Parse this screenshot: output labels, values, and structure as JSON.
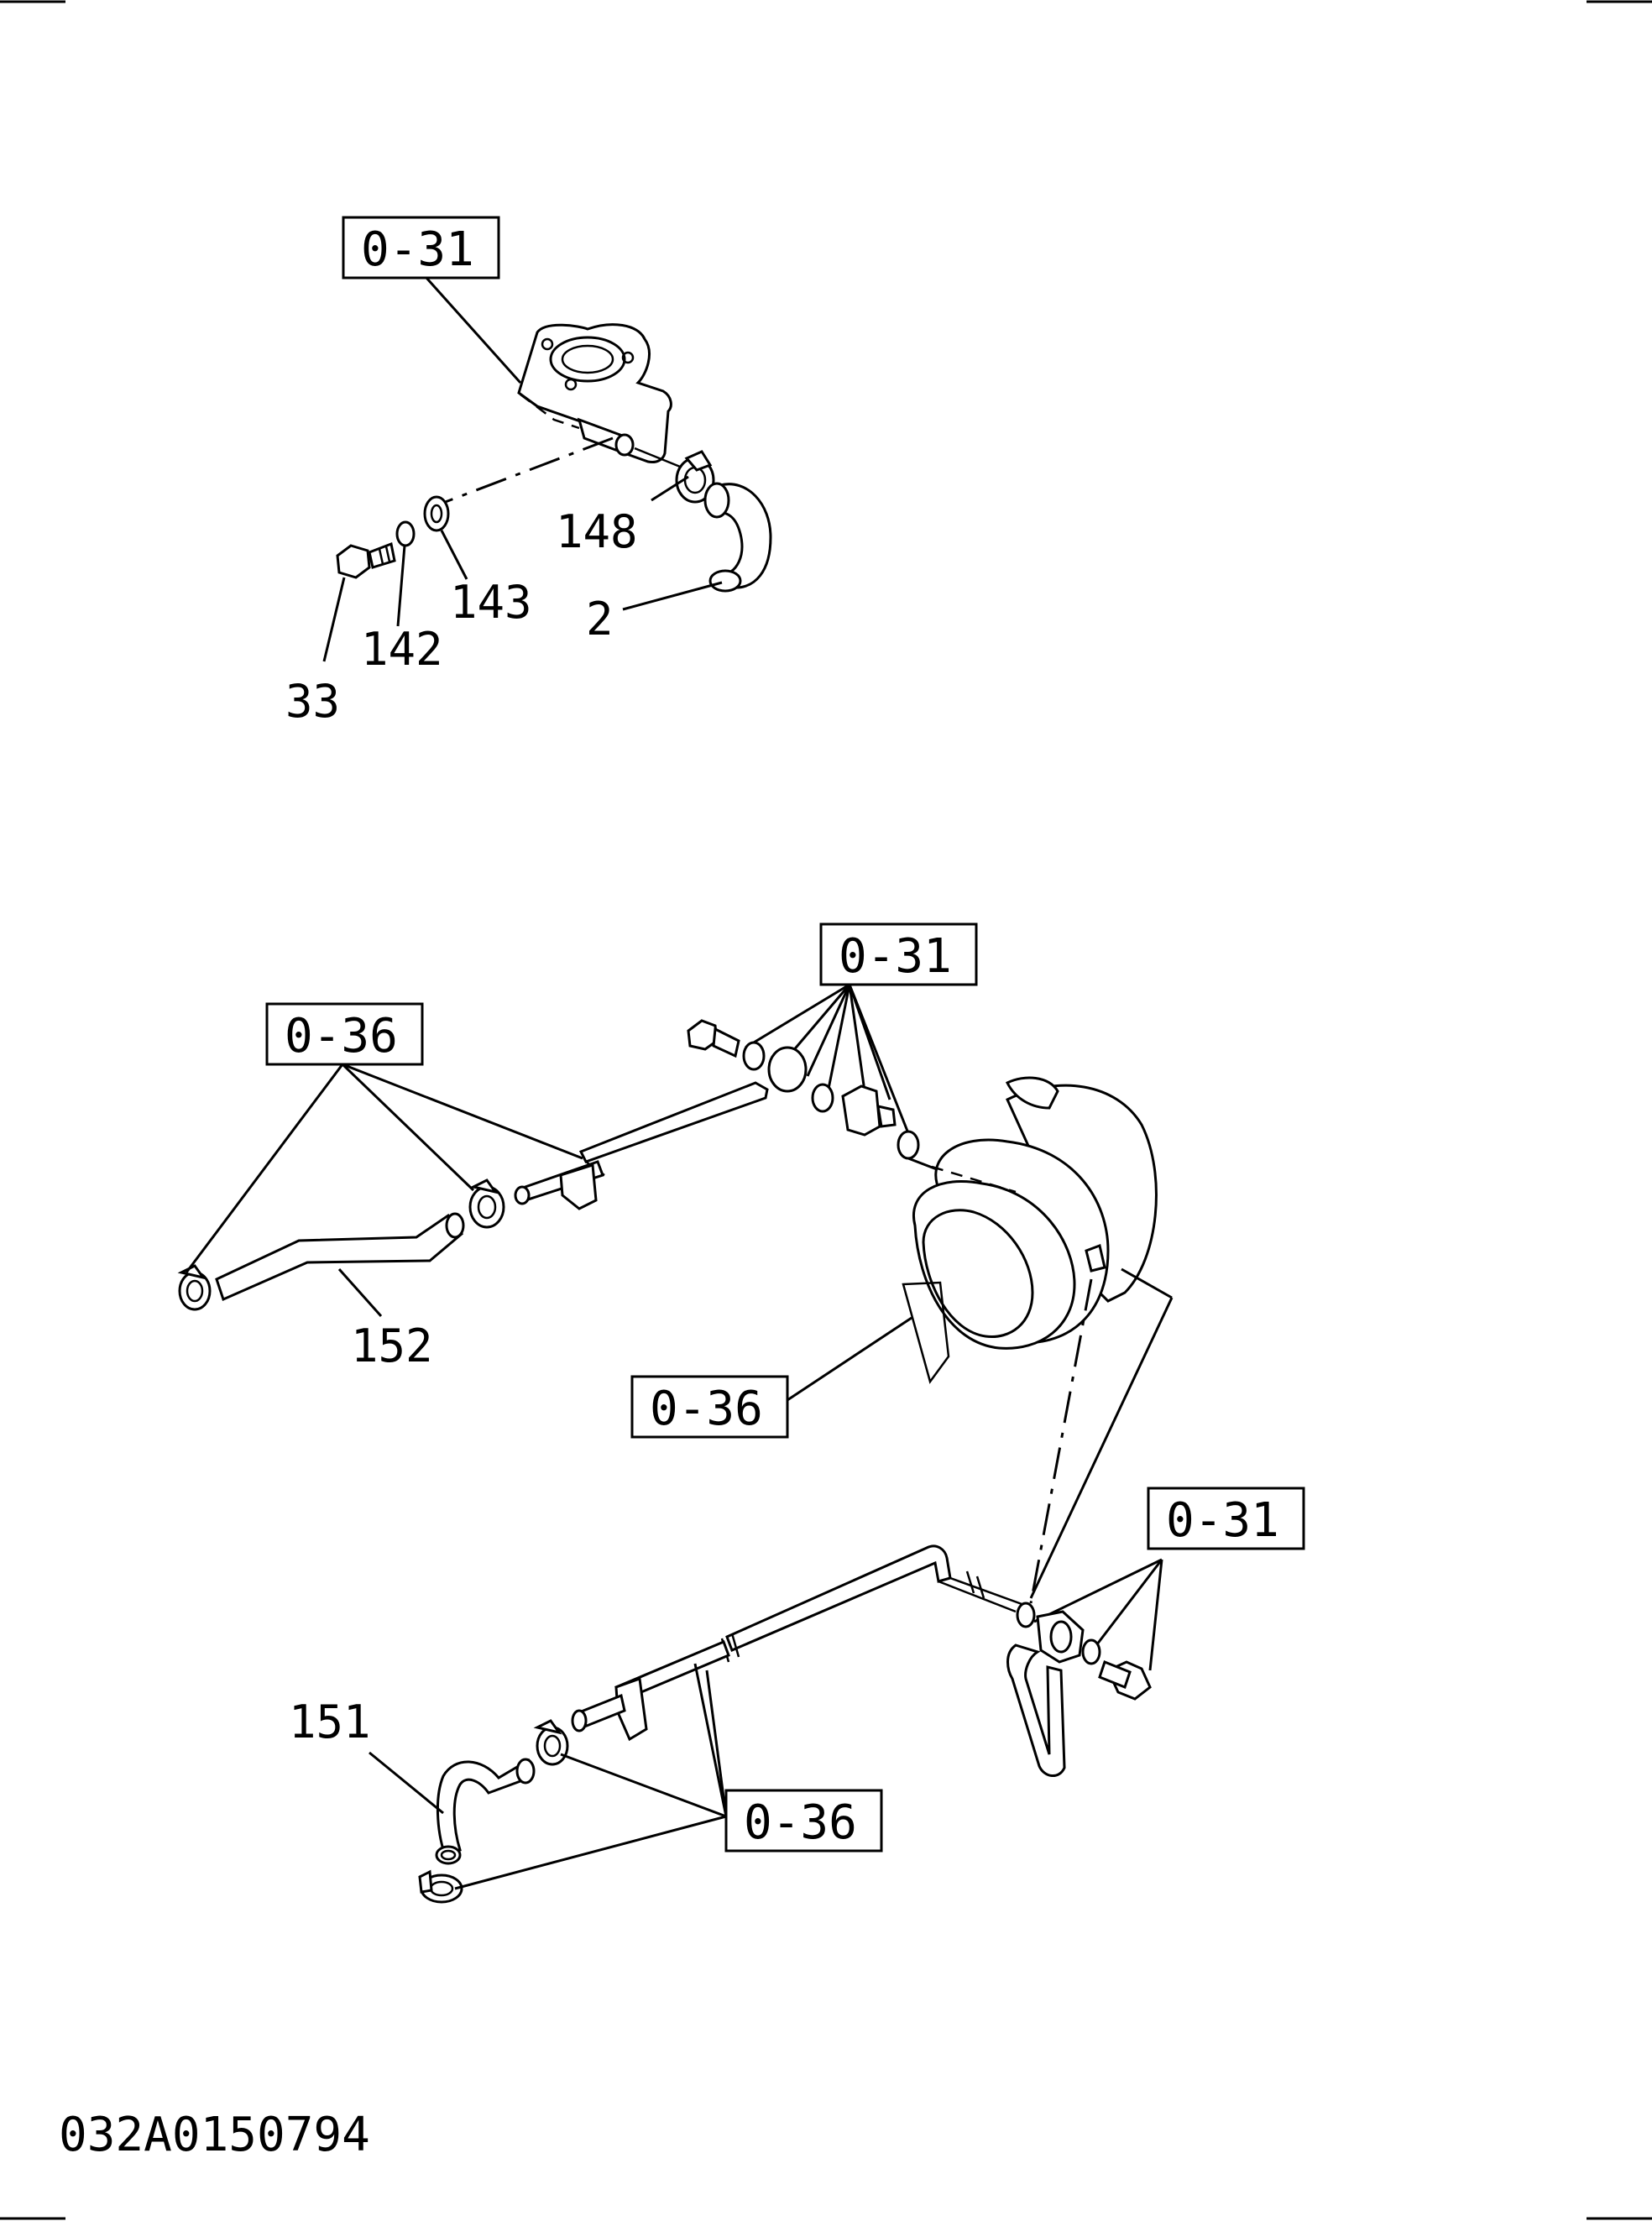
{
  "drawing_code": "032A0150794",
  "reference_boxes": {
    "ref_top": "0-31",
    "ref_mid_left": "0-36",
    "ref_mid_top": "0-31",
    "ref_turbo": "0-36",
    "ref_right": "0-31",
    "ref_bottom": "0-36"
  },
  "part_callouts": {
    "p148": "148",
    "p143": "143",
    "p2": "2",
    "p142": "142",
    "p33": "33",
    "p152": "152",
    "p151": "151"
  }
}
